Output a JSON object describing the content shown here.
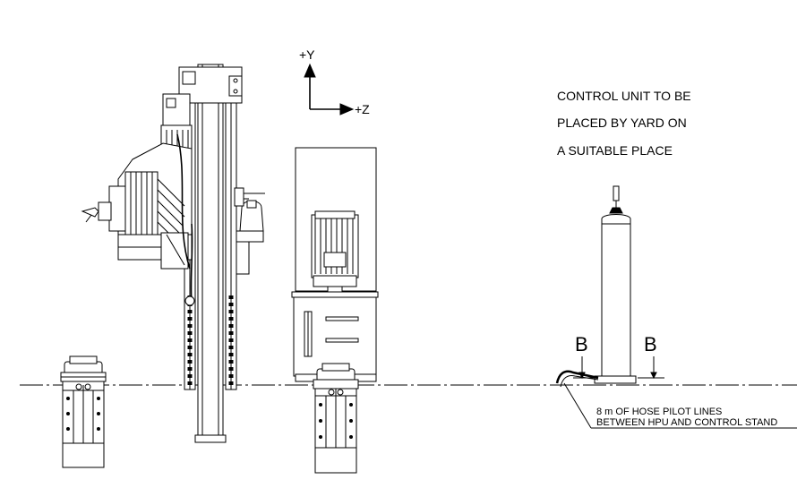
{
  "axes": {
    "y_label": "+Y",
    "z_label": "+Z"
  },
  "control_note": {
    "line1": "CONTROL UNIT TO BE",
    "line2": "PLACED BY YARD ON",
    "line3": "A SUITABLE PLACE"
  },
  "section_markers": {
    "left": "B",
    "right": "B"
  },
  "hose_note": {
    "line1": "8 m OF HOSE PILOT LINES",
    "line2": "BETWEEN HPU AND CONTROL STAND"
  }
}
